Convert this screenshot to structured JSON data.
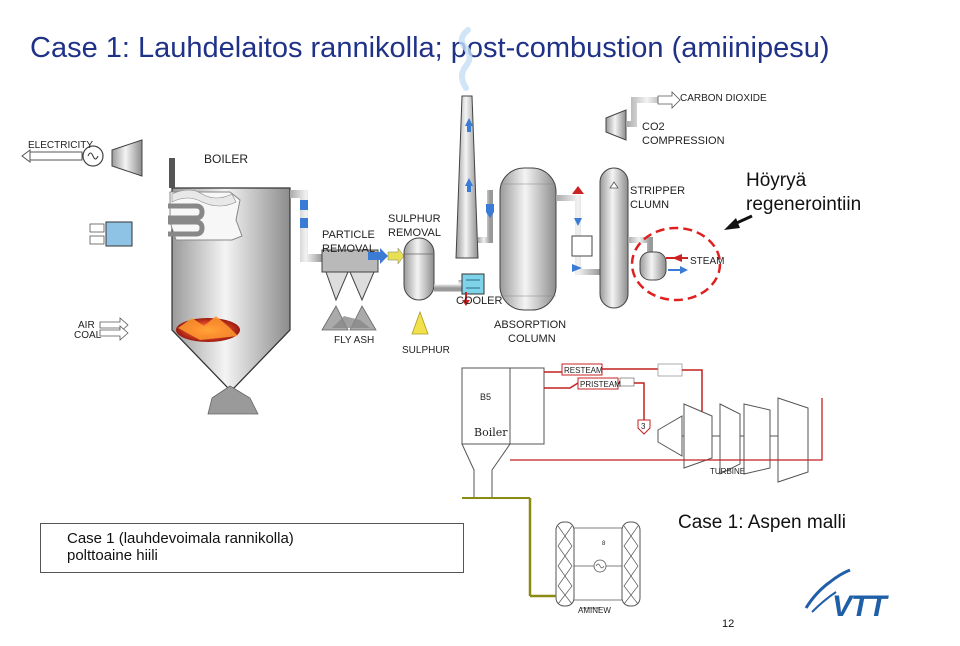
{
  "slide": {
    "title": "Case 1: Lauhdelaitos rannikolla; post-combustion (amiinipesu)",
    "page_number": "12"
  },
  "flowsheet": {
    "labels": {
      "electricity": "ELECTRICITY",
      "boiler": "BOILER",
      "particle_removal": "PARTICLE REMOVAL",
      "sulphur_removal": "SULPHUR REMOVAL",
      "carbon_dioxide": "CARBON DIOXIDE",
      "co2_compression": "CO2 COMPRESSION",
      "stripper_column": "STRIPPER CLUMN",
      "steam": "STEAM",
      "cooler": "COOLER",
      "absorption_column": "ABSORPTION COLUMN",
      "air": "AIR",
      "coal": "COAL",
      "fly_ash": "FLY ASH",
      "sulphur": "SULPHUR"
    },
    "callout": "Höyryä regenerointiin"
  },
  "aspen": {
    "boiler_block": "B5",
    "boiler_label": "Boiler",
    "resteam": "RESTEAM",
    "pristeam": "PRISTEAM",
    "stream_3": "3",
    "turbine": "TURBINE",
    "aminew": "AMINEW",
    "amine_stream": "8",
    "title": "Case 1: Aspen malli"
  },
  "case_box": {
    "line1": "Case 1 (lauhdevoimala rannikolla)",
    "line2": "polttoaine hiili"
  },
  "logo": {
    "text": "VTT",
    "color": "#1f5fa8"
  },
  "colors": {
    "title": "#1f3288",
    "flow_arrow": "#3a7bd5",
    "red_arrow": "#cc2222",
    "callout_circle": "#e02020",
    "aspen_red": "#c42020",
    "aspen_olive": "#8a8a14"
  }
}
